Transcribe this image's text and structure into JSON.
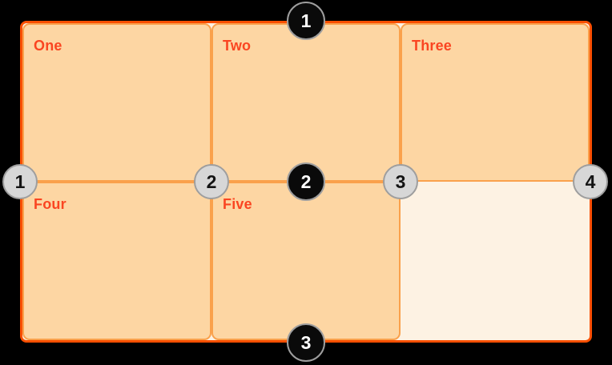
{
  "grid": {
    "cells": [
      {
        "label": "One"
      },
      {
        "label": "Two"
      },
      {
        "label": "Three"
      },
      {
        "label": "Four"
      },
      {
        "label": "Five"
      }
    ],
    "columns": 3,
    "rows": 2,
    "empty_cell_position": "row 2, column 3"
  },
  "row_lines": [
    "1",
    "2",
    "3"
  ],
  "column_lines": [
    "1",
    "2",
    "3",
    "4"
  ],
  "colors": {
    "page_bg": "#000000",
    "container_bg": "#fdf2e3",
    "container_border": "#f94f00",
    "cell_bg": "#fdd6a3",
    "cell_border": "#faa14c",
    "label_text": "#fa4521",
    "row_badge_bg": "#0a0a0a",
    "row_badge_text": "#ffffff",
    "col_badge_bg": "#d7d7d7",
    "col_badge_text": "#141414",
    "badge_ring": "#9e9e9e"
  }
}
